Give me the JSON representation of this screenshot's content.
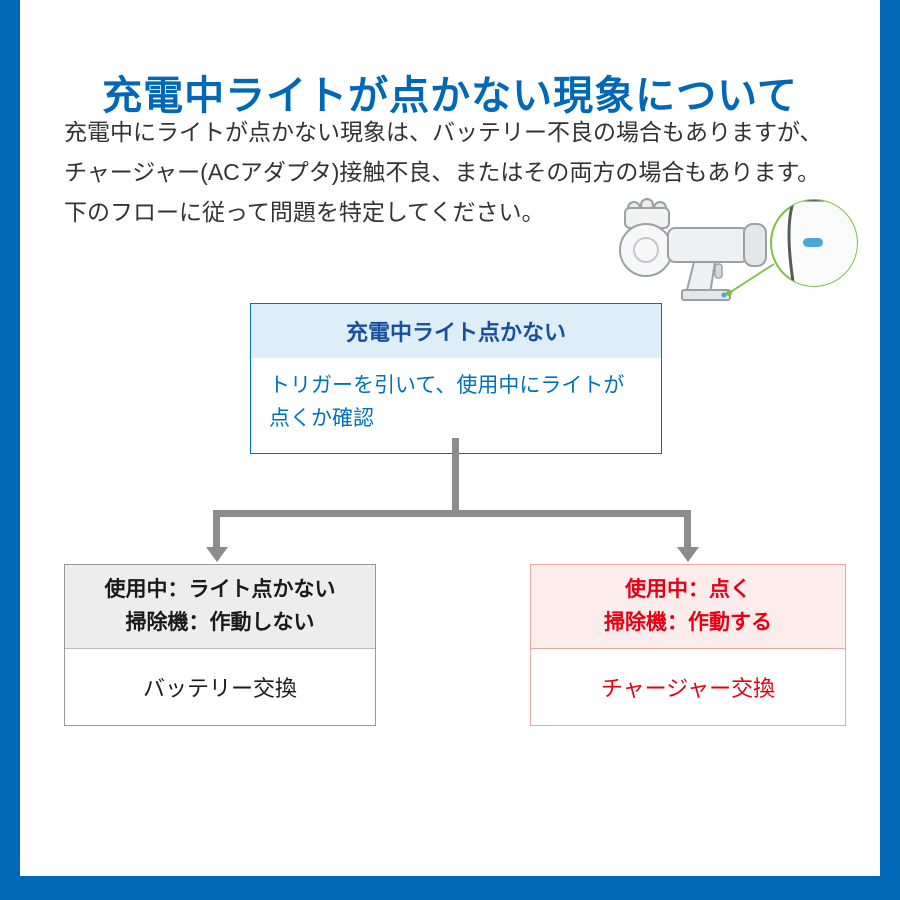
{
  "page": {
    "title": "充電中ライトが点かない現象について",
    "intro_lines": [
      "充電中にライトが点かない現象は、バッテリー不良の場合もありますが、",
      "チャージャー(ACアダプタ)接触不良、またはその両方の場合もあります。",
      "下のフローに従って問題を特定してください。"
    ]
  },
  "flow": {
    "root": {
      "header": "充電中ライト点かない",
      "body": "トリガーを引いて、使用中にライトが点くか確認"
    },
    "left": {
      "header_line1": "使用中：ライト点かない",
      "header_line2": "掃除機：作動しない",
      "body": "バッテリー交換"
    },
    "right": {
      "header_line1": "使用中：点く",
      "header_line2": "掃除機：作動する",
      "body": "チャージャー交換"
    }
  },
  "icons": {
    "vacuum_illustration": "handheld-vacuum-with-led-callout"
  },
  "colors": {
    "accent_blue": "#0068b7",
    "flow_blue": "#0072bc",
    "header_navy": "#17509e",
    "alert_red": "#e50012",
    "pink_border": "#eba7a7",
    "connector_gray": "#8c8c8c",
    "callout_green": "#7ac143",
    "led_blue": "#4aa8d8"
  }
}
